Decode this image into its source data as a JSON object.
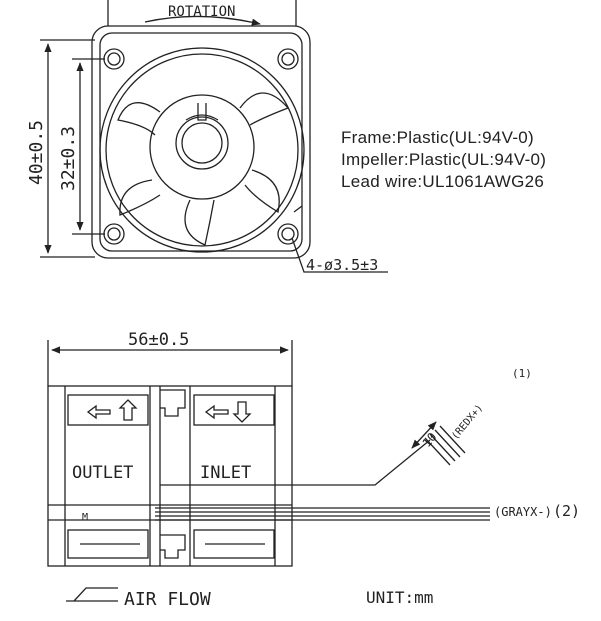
{
  "top_view": {
    "rotation_label": "ROTATION",
    "dim_outer": "40±0.5",
    "dim_inner": "32±0.3",
    "hole_callout": "4-ø3.5±3"
  },
  "specs": [
    "Frame:Plastic(UL:94V-0)",
    "Impeller:Plastic(UL:94V-0)",
    "Lead wire:UL1061AWG26"
  ],
  "side_view": {
    "dim_width": "56±0.5",
    "outlet_label": "OUTLET",
    "inlet_label": "INLET",
    "wire_length": "10",
    "wire_red_label": "(REDX+)",
    "wire_gray_label": "(GRAYX-)",
    "wire_1_marker": "(1)",
    "wire_2_marker": "(2)",
    "small_mark": "M"
  },
  "footer": {
    "airflow_label": "AIR FLOW",
    "unit_label": "UNIT:mm"
  },
  "colors": {
    "line": "#222222",
    "background": "#ffffff"
  }
}
